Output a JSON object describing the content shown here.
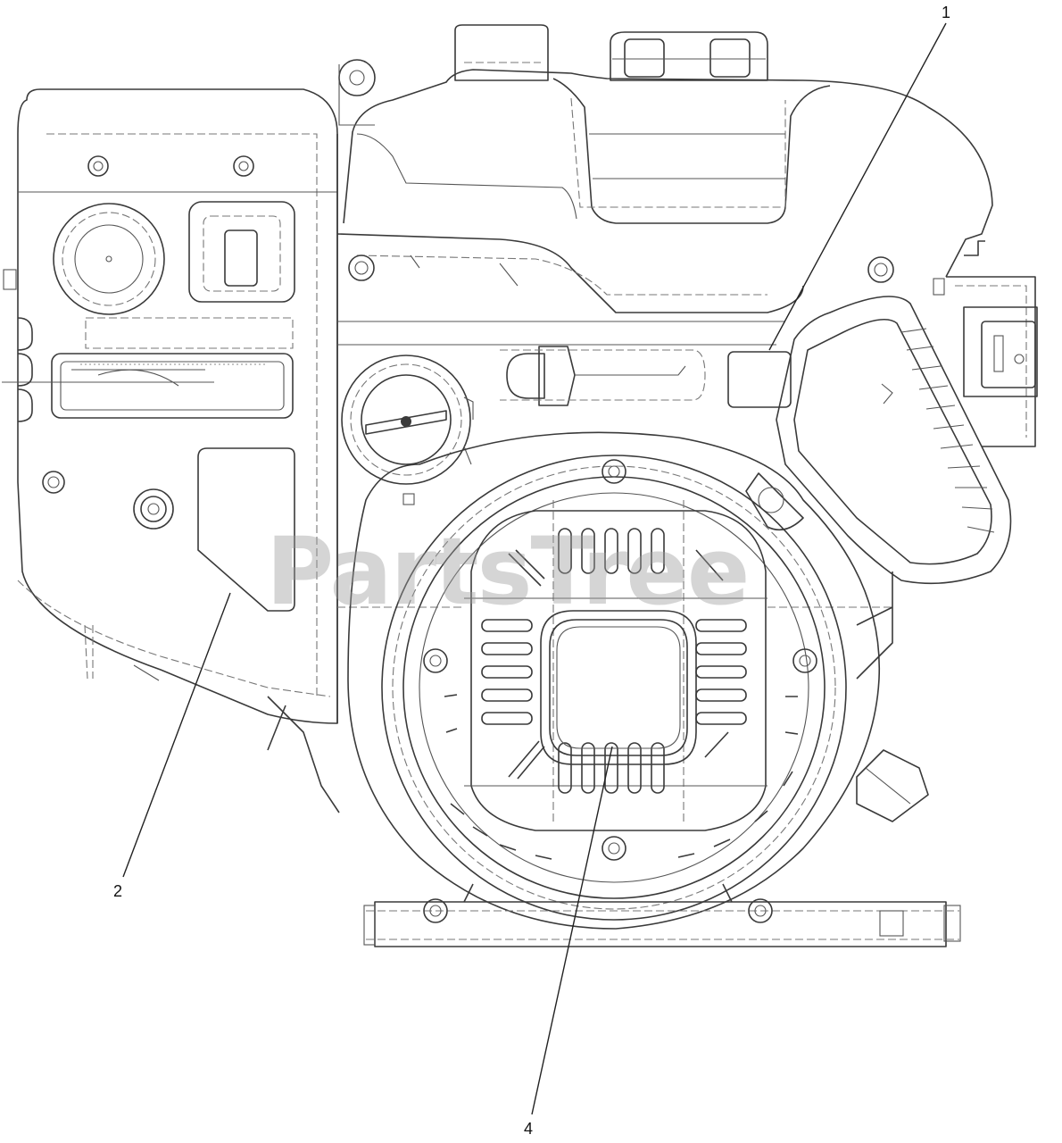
{
  "diagram": {
    "callouts": [
      {
        "id": "1",
        "label": "1"
      },
      {
        "id": "2",
        "label": "2"
      },
      {
        "id": "4",
        "label": "4"
      }
    ],
    "watermark": "PartsTree"
  }
}
